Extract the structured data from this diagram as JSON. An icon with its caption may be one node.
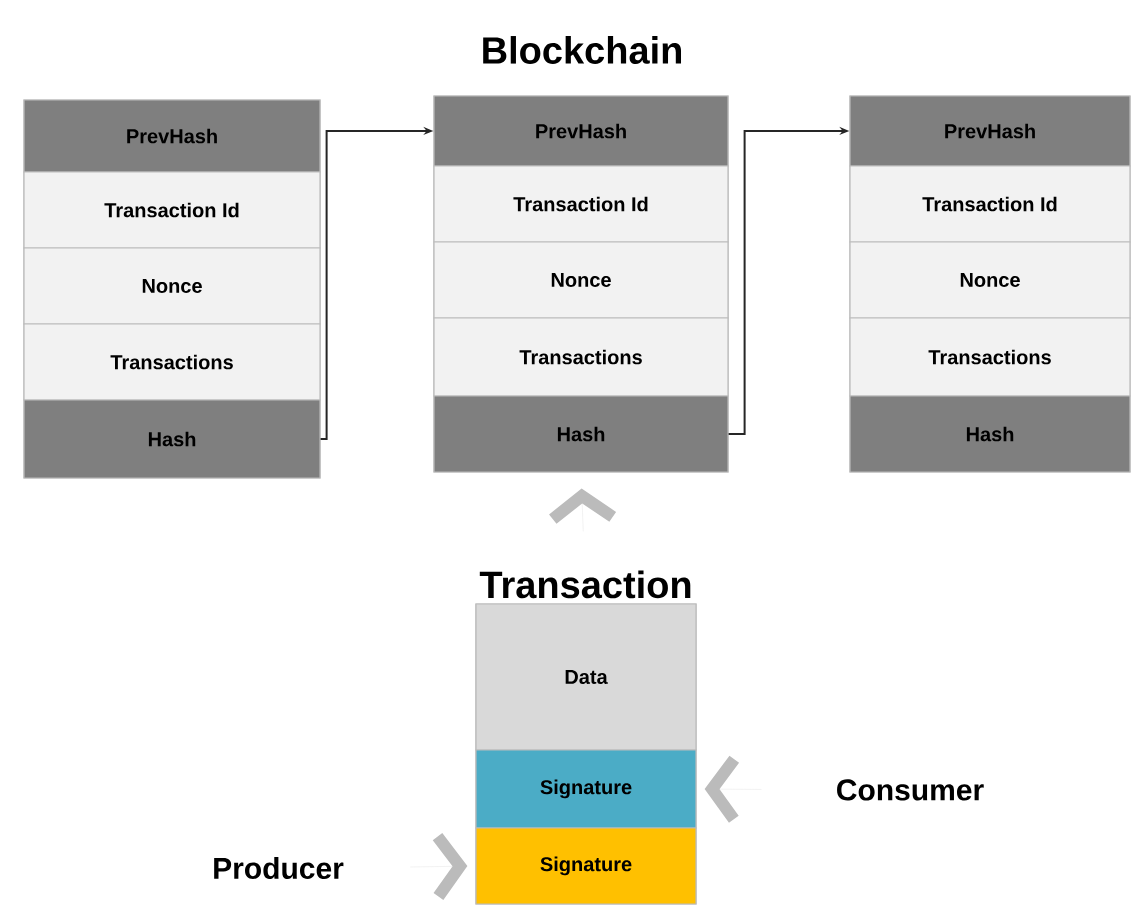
{
  "diagram": {
    "title": "Blockchain",
    "nodes": [
      {
        "text": [],
        "shape": "box"
      },
      {
        "text": [
          "PrevHash"
        ],
        "in": 0
      },
      {
        "text": [
          "Transaction Id"
        ],
        "in": 0
      },
      {
        "text": [
          "Nonce"
        ],
        "in": 0
      },
      {
        "text": [
          "Transactions"
        ],
        "in": 0
      },
      {
        "text": [
          "Hash"
        ],
        "in": 0
      },
      {
        "text": [],
        "shape": "box"
      },
      {
        "text": [
          "PrevHash"
        ],
        "in": 6
      },
      {
        "text": [
          "Transaction Id"
        ],
        "in": 6
      },
      {
        "text": [
          "Nonce"
        ],
        "in": 6
      },
      {
        "text": [
          "Transactions"
        ],
        "in": 6
      },
      {
        "text": [
          "Hash"
        ],
        "in": 6
      },
      {
        "text": [],
        "shape": "box"
      },
      {
        "text": [
          "PrevHash"
        ],
        "in": 12
      },
      {
        "text": [
          "Transaction Id"
        ],
        "in": 12
      },
      {
        "text": [
          "Nonce"
        ],
        "in": 12
      },
      {
        "text": [
          "Transactions"
        ],
        "in": 12
      },
      {
        "text": [
          "Hash"
        ],
        "in": 12
      },
      {
        "text": [
          "Transaction"
        ]
      },
      {
        "text": [
          "Data"
        ],
        "in": 18
      },
      {
        "text": [
          "Signature"
        ],
        "in": 18
      },
      {
        "text": [
          "Signature"
        ],
        "in": 18
      },
      {
        "text": [
          "Consumer"
        ]
      },
      {
        "text": [
          "Producer"
        ]
      }
    ],
    "edges": [
      {
        "from": 5,
        "to": 7,
        "arrow": "to",
        "color": "#262626"
      },
      {
        "from": 11,
        "to": 13,
        "arrow": "to",
        "color": "#262626"
      },
      {
        "from": 18,
        "to": 11,
        "arrow": "to"
      },
      {
        "from": 22,
        "to": 20,
        "arrow": "to"
      },
      {
        "from": 23,
        "to": 21,
        "arrow": "to"
      }
    ]
  }
}
